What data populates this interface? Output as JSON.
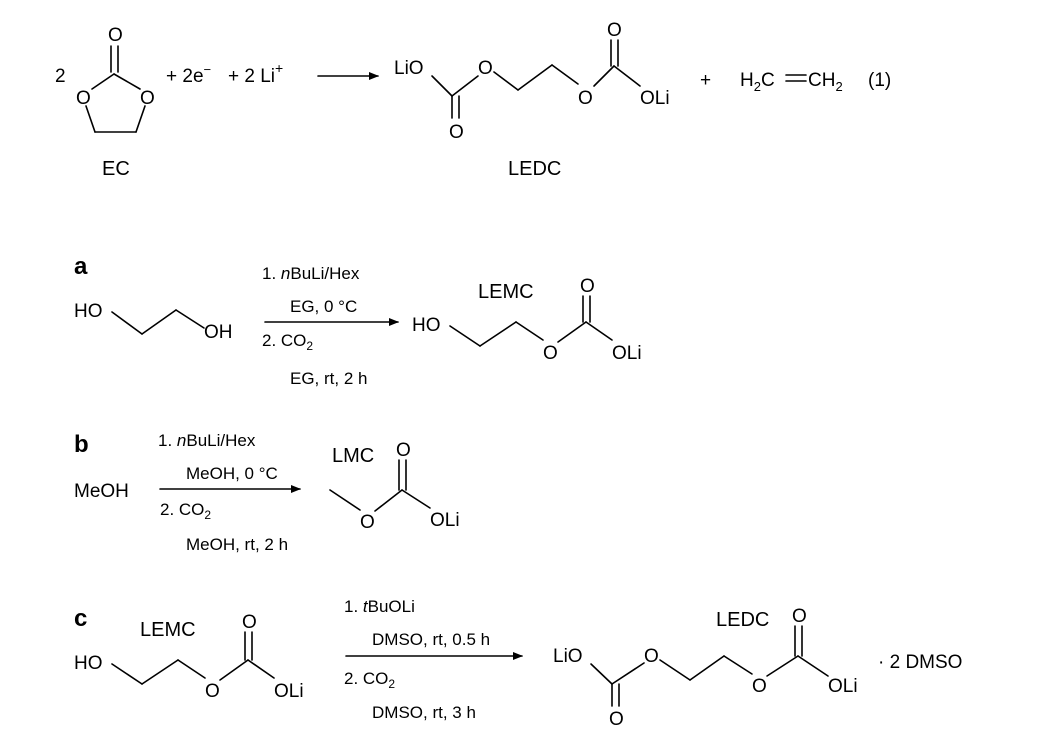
{
  "eq1": {
    "coef_ec": "2",
    "ec_label": "EC",
    "plus_2e": "+ 2e",
    "e_sup": "−",
    "plus_2li": "+ 2 Li",
    "li_sup": "+",
    "ledc_label": "LEDC",
    "plus_final": "+",
    "ethylene_h1": "H",
    "ethylene_sub1": "2",
    "ethylene_c": "C",
    "ethylene_c2": "CH",
    "ethylene_sub2": "2",
    "eq_number": "(1)"
  },
  "panel_a": {
    "letter": "a",
    "step1": "1. ",
    "step1_italic": "n",
    "step1_rest": "BuLi/Hex",
    "step1b": "EG, 0 °C",
    "step2": "2. CO",
    "step2_sub": "2",
    "step2b": "EG, rt, 2 h",
    "product_label": "LEMC"
  },
  "panel_b": {
    "letter": "b",
    "reactant": "MeOH",
    "step1": "1. ",
    "step1_italic": "n",
    "step1_rest": "BuLi/Hex",
    "step1b": "MeOH, 0 °C",
    "step2": "2. CO",
    "step2_sub": "2",
    "step2b": "MeOH, rt, 2 h",
    "product_label": "LMC"
  },
  "panel_c": {
    "letter": "c",
    "reactant_label": "LEMC",
    "step1": "1. ",
    "step1_italic": "t",
    "step1_rest": "BuOLi",
    "step1b": "DMSO, rt, 0.5 h",
    "step2": "2. CO",
    "step2_sub": "2",
    "step2b": "DMSO, rt, 3 h",
    "product_label": "LEDC",
    "solvate": "· 2 DMSO"
  },
  "atoms": {
    "O": "O",
    "HO": "HO",
    "OH": "OH",
    "OLi": "OLi",
    "LiO": "LiO"
  }
}
